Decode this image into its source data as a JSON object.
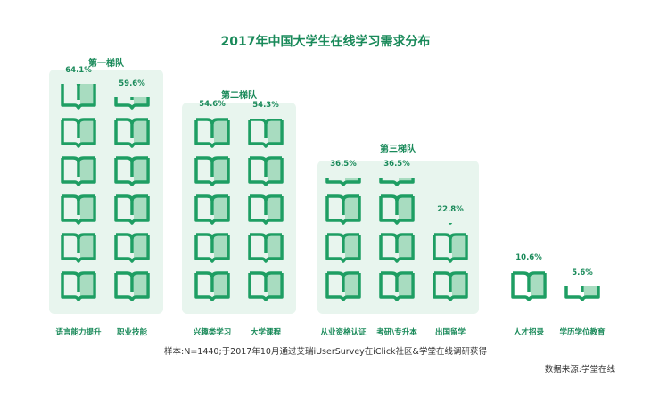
{
  "chart_data": {
    "type": "pictograph",
    "title": "2017年中国大学生在线学习需求分布",
    "unit": "%",
    "groups": [
      {
        "name": "第一梯队",
        "categories": [
          "语言能力提升",
          "职业技能"
        ],
        "values": [
          64.1,
          59.6
        ],
        "labels": [
          "64.1%",
          "59.6%"
        ]
      },
      {
        "name": "第二梯队",
        "categories": [
          "兴趣类学习",
          "大学课程"
        ],
        "values": [
          54.6,
          54.3
        ],
        "labels": [
          "54.6%",
          "54.3%"
        ]
      },
      {
        "name": "第三梯队",
        "categories": [
          "从业资格认证",
          "考研\\专升本",
          "出国留学"
        ],
        "values": [
          36.5,
          36.5,
          22.8
        ],
        "labels": [
          "36.5%",
          "36.5%",
          "22.8%"
        ]
      },
      {
        "name": "",
        "categories": [
          "人才招录",
          "学历学位教育"
        ],
        "values": [
          10.6,
          5.6
        ],
        "labels": [
          "10.6%",
          "5.6%"
        ]
      }
    ],
    "icon": "open-book-icon",
    "colors": {
      "primary": "#1e9e63",
      "light": "#a8dcc0",
      "panel": "#e8f5ee"
    }
  },
  "footer": {
    "note": "样本:N=1440;于2017年10月通过艾瑞iUserSurvey在iClick社区&学堂在线调研获得",
    "source": "数据来源:学堂在线"
  }
}
